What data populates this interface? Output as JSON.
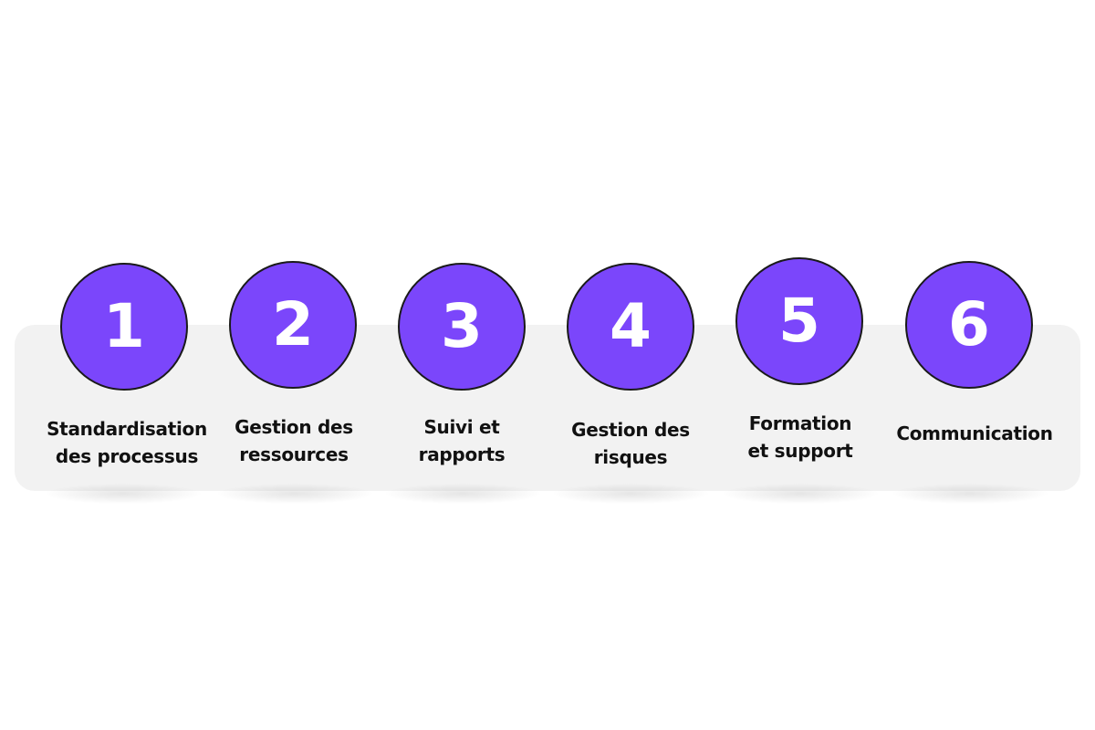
{
  "steps": [
    {
      "number": "1",
      "line1": "Standardisation",
      "line2": "des processus"
    },
    {
      "number": "2",
      "line1": "Gestion des",
      "line2": "ressources"
    },
    {
      "number": "3",
      "line1": "Suivi et",
      "line2": "rapports"
    },
    {
      "number": "4",
      "line1": "Gestion des",
      "line2": "risques"
    },
    {
      "number": "5",
      "line1": "Formation",
      "line2": "et support"
    },
    {
      "number": "6",
      "line1": "Communication",
      "line2": ""
    }
  ],
  "colors": {
    "circle_fill": "#7b46fb",
    "band": "#f2f2f2",
    "text": "#111111",
    "number": "#ffffff"
  }
}
